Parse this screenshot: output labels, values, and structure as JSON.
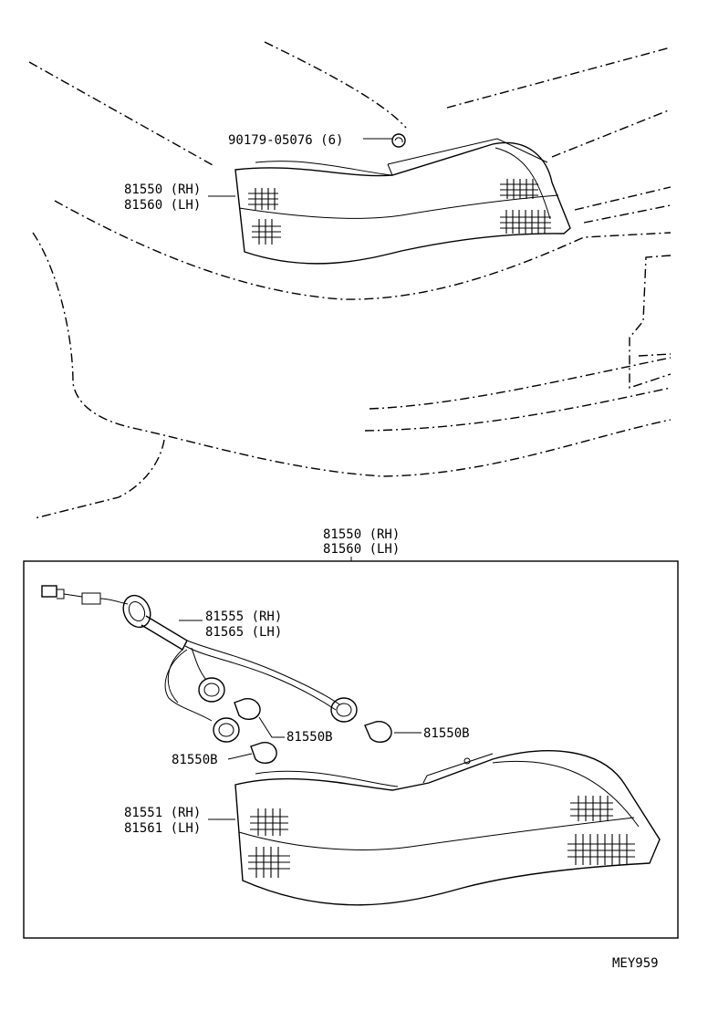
{
  "labels": {
    "clip": "90179-05076 (6)",
    "top_lamp_rh": "81550 (RH)",
    "top_lamp_lh": "81560 (LH)",
    "box_title_rh": "81550 (RH)",
    "box_title_lh": "81560 (LH)",
    "socket_rh": "81555 (RH)",
    "socket_lh": "81565 (LH)",
    "bulb_a": "81550B",
    "bulb_b": "81550B",
    "bulb_c": "81550B",
    "lens_rh": "81551 (RH)",
    "lens_lh": "81561 (LH)",
    "figure_code": "MEY959"
  }
}
